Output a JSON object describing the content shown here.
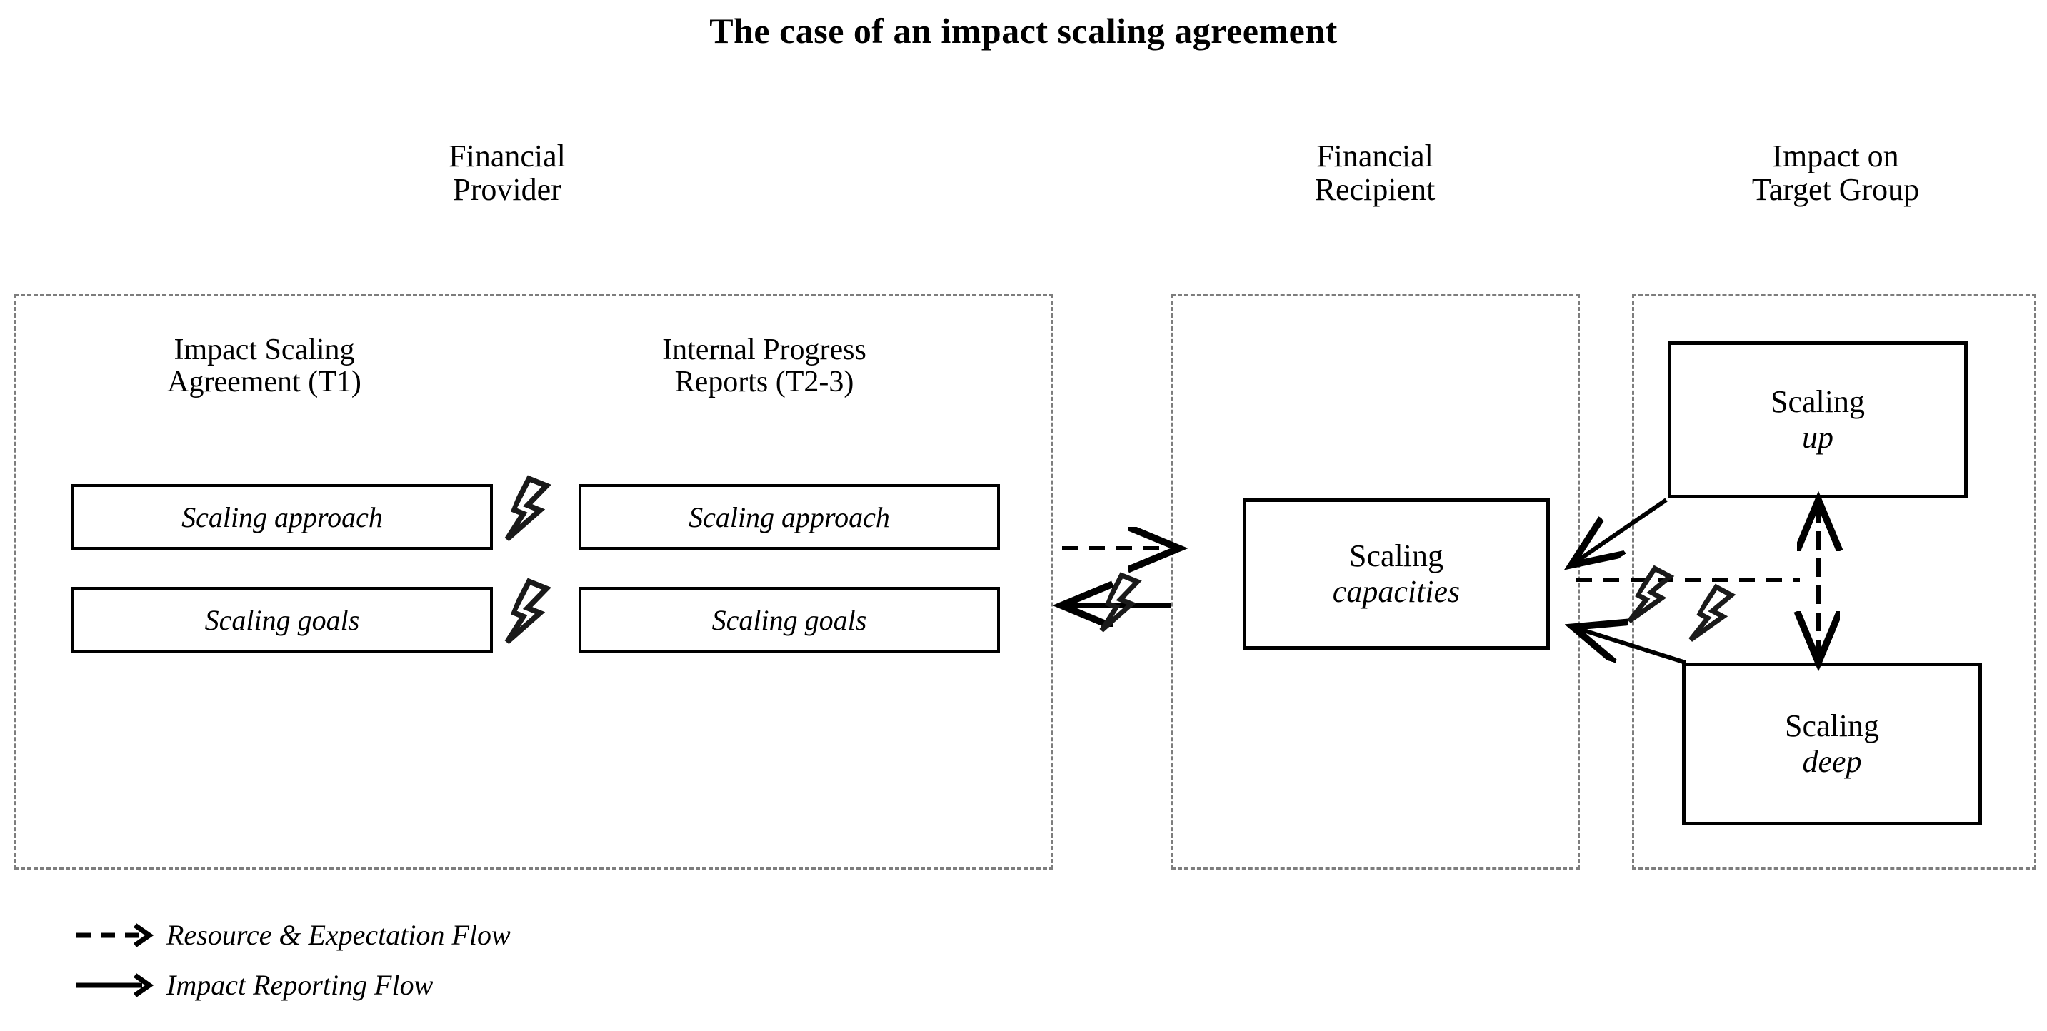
{
  "title": "The case of an impact scaling agreement",
  "columns": [
    {
      "id": "financial-provider",
      "line1": "Financial",
      "line2": "Provider"
    },
    {
      "id": "financial-recipient",
      "line1": "Financial",
      "line2": "Recipient"
    },
    {
      "id": "impact-target-group",
      "line1": "Impact on",
      "line2": "Target Group"
    }
  ],
  "provider": {
    "groups": [
      {
        "id": "impact-scaling-agreement",
        "line1": "Impact Scaling",
        "line2": "Agreement (T1)"
      },
      {
        "id": "internal-progress-reports",
        "line1": "Internal Progress",
        "line2": "Reports (T2-3)"
      }
    ],
    "documents": [
      {
        "id": "isa-scaling-approach",
        "label": "Scaling approach"
      },
      {
        "id": "isa-scaling-goals",
        "label": "Scaling goals"
      },
      {
        "id": "ipr-scaling-approach",
        "label": "Scaling approach"
      },
      {
        "id": "ipr-scaling-goals",
        "label": "Scaling goals"
      }
    ]
  },
  "recipient": {
    "entity": {
      "id": "scaling-capacities",
      "line1": "Scaling",
      "line2": "capacities"
    }
  },
  "target": {
    "entities": [
      {
        "id": "scaling-up",
        "line1": "Scaling",
        "line2": "up"
      },
      {
        "id": "scaling-deep",
        "line1": "Scaling",
        "line2": "deep"
      }
    ]
  },
  "legend": [
    {
      "id": "resource-expectation-flow",
      "style": "dashed",
      "label": "Resource & Expectation Flow"
    },
    {
      "id": "impact-reporting-flow",
      "style": "solid",
      "label": "Impact Reporting Flow"
    }
  ],
  "colors": {
    "container_border": "#7d7d7d",
    "box_border": "#000000",
    "text": "#000000",
    "background": "#ffffff"
  }
}
